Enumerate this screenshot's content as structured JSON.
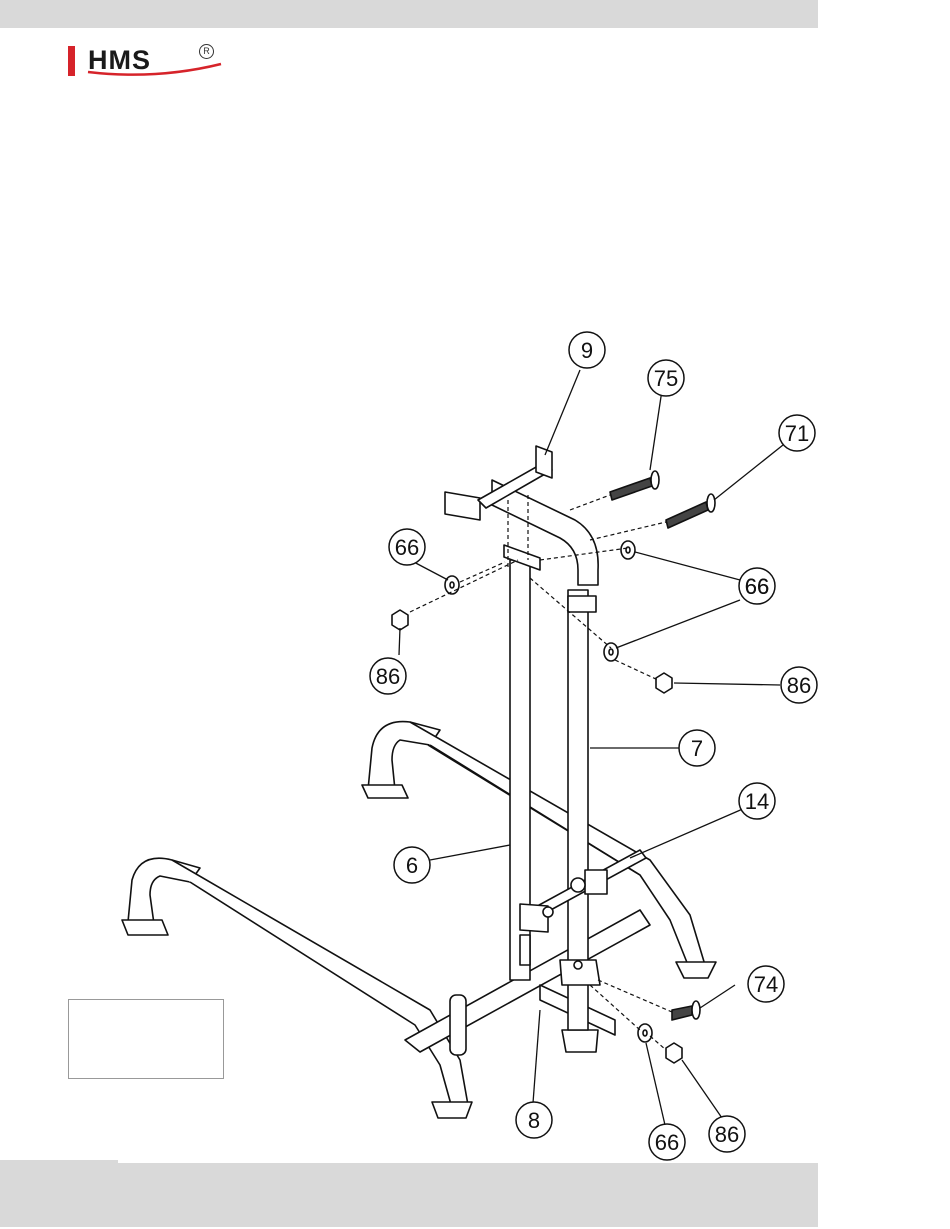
{
  "brand": {
    "name": "HMS",
    "registered_mark": "R"
  },
  "callouts": [
    {
      "label": "9"
    },
    {
      "label": "75"
    },
    {
      "label": "71"
    },
    {
      "label": "66"
    },
    {
      "label": "66"
    },
    {
      "label": "66"
    },
    {
      "label": "86"
    },
    {
      "label": "86"
    },
    {
      "label": "7"
    },
    {
      "label": "14"
    },
    {
      "label": "6"
    },
    {
      "label": "74"
    },
    {
      "label": "8"
    },
    {
      "label": "66"
    },
    {
      "label": "86"
    }
  ]
}
